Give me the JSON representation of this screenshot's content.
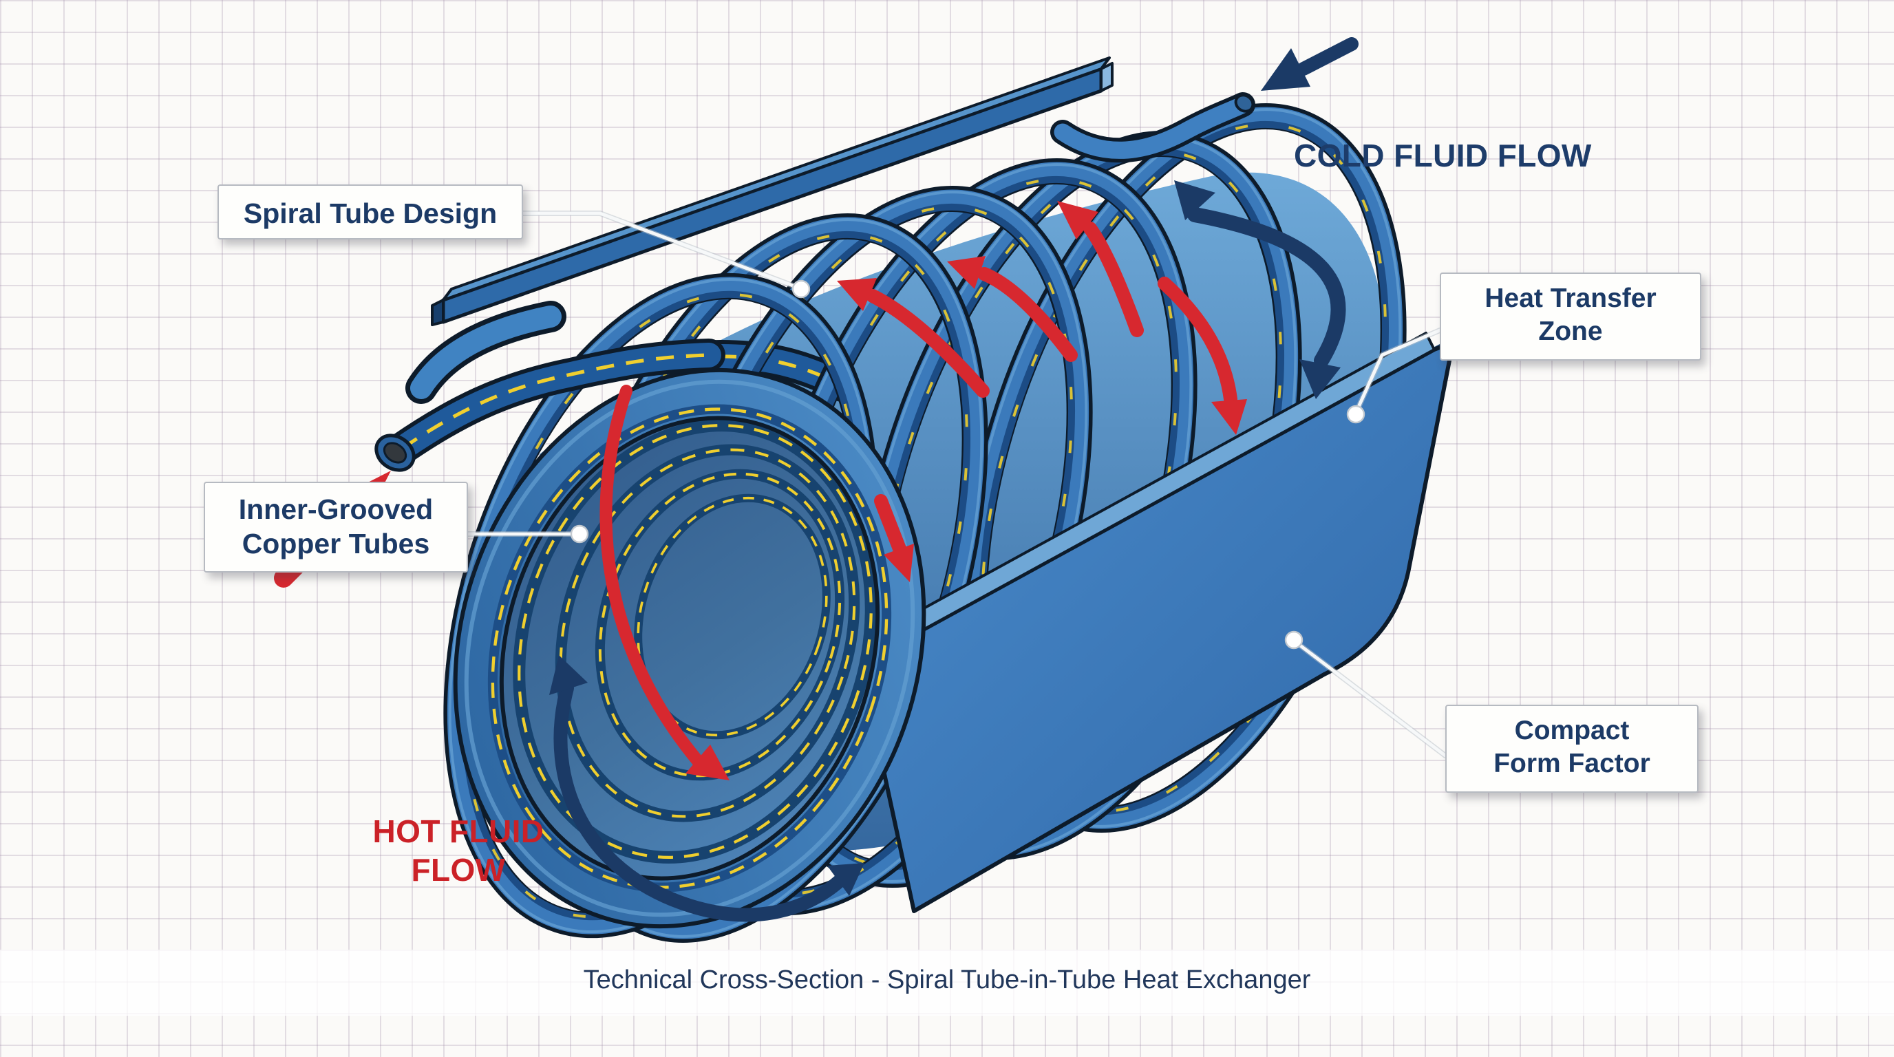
{
  "diagram": {
    "caption": "Technical Cross-Section - Spiral Tube-in-Tube Heat Exchanger",
    "callouts": {
      "spiral_tube_design": {
        "label": "Spiral Tube Design"
      },
      "heat_transfer_zone": {
        "line1": "Heat Transfer",
        "line2": "Zone"
      },
      "inner_grooved_copper_tubes": {
        "line1": "Inner-Grooved",
        "line2": "Copper Tubes"
      },
      "compact_form_factor": {
        "line1": "Compact",
        "line2": "Form Factor"
      }
    },
    "flow_labels": {
      "cold": "COLD FLUID FLOW",
      "hot_line1": "HOT FLUID",
      "hot_line2": "FLOW"
    },
    "icons": {
      "cold_inlet_arrow": "straight-arrow-into-tube",
      "cold_circulation_arrow": "curved-double-headed-arrow",
      "hot_inlet_arrow": "straight-arrow-into-tube",
      "hot_flow_arrow": "curved-arrow",
      "leader_marker": "dot-with-leader-line"
    },
    "colors": {
      "paper": "#fbfaf8",
      "grid_line": "#d9cfdb",
      "coil_blue": "#3b7abb",
      "coil_dark_blue": "#1c4c85",
      "tube_navy": "#1f5a9b",
      "shell_blue": "#3a7ec6",
      "outline": "#0d1b2a",
      "hot_red": "#d7282f",
      "cold_navy": "#1b3a66",
      "dash_yellow": "#f0cf2e",
      "label_navy": "#1c3a66"
    }
  }
}
